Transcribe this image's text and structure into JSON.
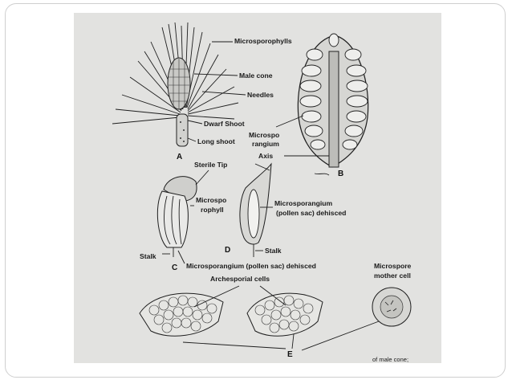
{
  "figure": {
    "labels": {
      "microsporophylls": "Microsporophylls",
      "male_cone": "Male cone",
      "needles": "Needles",
      "dwarf_shoot": "Dwarf Shoot",
      "long_shoot": "Long shoot",
      "microsporangium_line1": "Microspo",
      "microsporangium_line2": "rangium",
      "axis": "Axis",
      "sterile_tip": "Sterile Tip",
      "microsporophyll_line1": "Microspo",
      "microsporophyll_line2": "rophyll",
      "pollen_sac_dehisced_line1": "Microsporangium",
      "pollen_sac_dehisced_line2": "(pollen sac) dehisced",
      "stalk_right": "Stalk",
      "stalk_left": "Stalk",
      "pollen_sac_bottom": "Microsporangium (pollen sac) dehisced",
      "archesporial_cells": "Archesporial cells",
      "microspore_line1": "Microspore",
      "microspore_line2": "mother cell",
      "bottom_caption_fragment": "of male cone;"
    },
    "letters": {
      "a": "A",
      "b": "B",
      "c": "C",
      "d": "D",
      "e": "E"
    }
  }
}
